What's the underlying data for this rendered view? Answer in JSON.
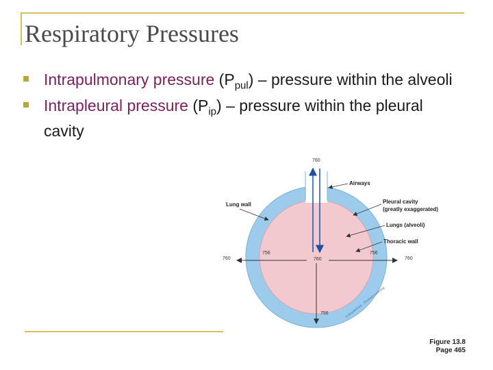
{
  "title": "Respiratory Pressures",
  "bullets": [
    {
      "term": "Intrapulmonary pressure",
      "open": " (P",
      "sub": "pul",
      "rest": ") – pressure within the alveoli"
    },
    {
      "term": "Intrapleural pressure",
      "open": " (P",
      "sub": "ip",
      "rest": ") – pressure within the pleural cavity"
    }
  ],
  "diagram": {
    "labels": {
      "airways": "Airways",
      "lung_wall": "Lung wall",
      "pleural_cavity_1": "Pleural cavity",
      "pleural_cavity_2": "(greatly exaggerated)",
      "lungs": "Lungs (alveoli)",
      "thoracic_wall": "Thoracic wall",
      "watermark": "© Brooks/Cole - Thomson Learning"
    },
    "values": {
      "top": "760",
      "left_outside": "760",
      "left_inside": "756",
      "center": "760",
      "right_inside": "756",
      "right_outside": "760",
      "bottom": "756"
    },
    "colors": {
      "lung": "#f2c9cf",
      "pleura": "#9ccbec",
      "airway": "#ffffff"
    }
  },
  "figure_caption": {
    "line1": "Figure 13.8",
    "line2": "Page 465"
  }
}
